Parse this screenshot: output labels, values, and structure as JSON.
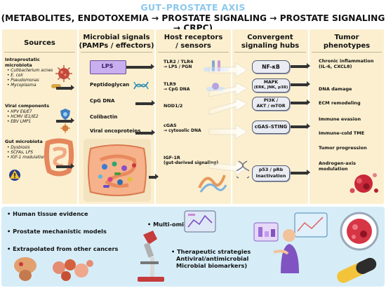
{
  "title": {
    "line1": "GUT–PROSTATE AXIS",
    "line2": "(METABOLITES, ENDOTOXEMIA → PROSTATE SIGNALING → PROSTATE SIGNALING → CRPC)"
  },
  "columns": {
    "sources": "Sources",
    "microbial_l1": "Microbial signals",
    "microbial_l2": "(PAMPs / effectors)",
    "host_l1": "Host receptors",
    "host_l2": "/ sensors",
    "conv_l1": "Convergent",
    "conv_l2": "signaling hubs",
    "tumor_l1": "Tumor",
    "tumor_l2": "phenotypes"
  },
  "sources": {
    "intra_title1": "Intraprostatic",
    "intra_title2": "microbiota",
    "intra_items": [
      "Cutibacterium acnes",
      "E. coli",
      "Pseudomonas",
      "Mycoplasma"
    ],
    "viral_title": "Viral components",
    "viral_items": [
      "HPV E6/E7",
      "HCMV IE1/IE2",
      "EBV LMP1"
    ],
    "gut_title1": "Gut microbiota",
    "gut_items": [
      "Dysbiosis",
      "SCFAs, LPS",
      "IGF-1 modulation"
    ]
  },
  "signals": {
    "lps": "LPS",
    "items": [
      "Peptidoglycan",
      "CpG DNA",
      "Colibactin",
      "Viral oncoproteins"
    ]
  },
  "receptors": {
    "r1a": "TLR2 / TLR4",
    "r1b": "→ LPS / PGN",
    "r2a": "TLR9",
    "r2b": "→ CpG DNA",
    "r3": "NOD1/2",
    "r4a": "cGAS",
    "r4b": "→ cytosolic DNA",
    "r5a": "IGF-1R",
    "r5b": "(gut-derived signaling)"
  },
  "hubs": {
    "nfkb": "NF-κB",
    "mapk1": "MAPK",
    "mapk2": "(ERK, JNK, p38)",
    "pi3k1": "PI3K /",
    "pi3k2": "AKT / mTOR",
    "cgas": "cGAS–STING",
    "p53a": "p53 / pRb",
    "p53b": "inactivation"
  },
  "phenotypes": {
    "p1a": "Chronic inflammation",
    "p1b": "(IL-6, CXCL8)",
    "p2": "DNA damage",
    "p3": "ECM remodeling",
    "p4": "Immune evasion",
    "p5": "Immune-cold TME",
    "p6": "Tumor progression",
    "p7a": "Androgen-axis",
    "p7b": "modulation"
  },
  "evidence": {
    "e1": "Human tissue evidence",
    "e2": "Prostate mechanistic models",
    "e3": "Extrapolated from other cancers",
    "e4": "Multi-omics",
    "e5a": "Therapeutic strategies",
    "e5b": "Antiviral/antimicrobial",
    "e5c": "Microbial biomarkers)"
  },
  "colors": {
    "title_accent": "#8cc8ec",
    "panel": "#fbefcf",
    "bottom_panel": "#d6edf8",
    "lps_box": "#c9aef0",
    "hub_box": "#e9ecf3"
  }
}
